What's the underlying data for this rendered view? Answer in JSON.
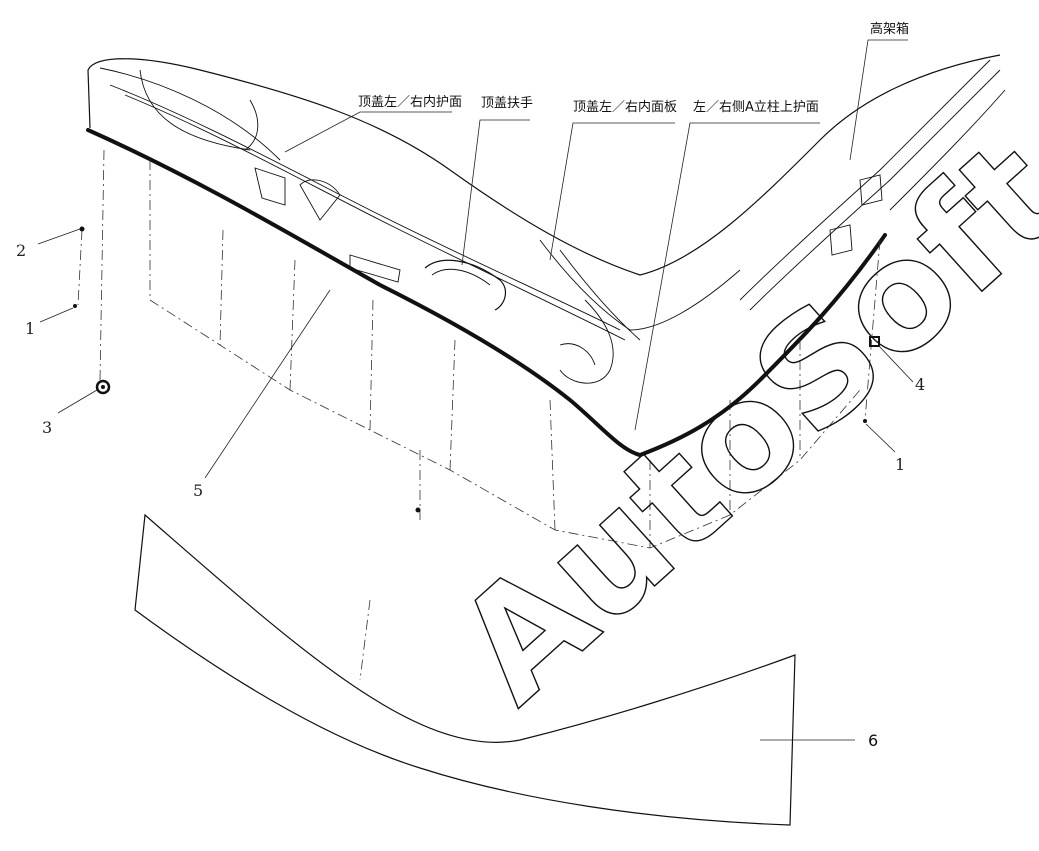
{
  "labels": {
    "roof_side_trim": "顶盖左／右内护面",
    "roof_handle": "顶盖扶手",
    "roof_inner_panel": "顶盖左／右内面板",
    "a_pillar_upper_trim": "左／右侧A立柱上护面",
    "overhead_bin": "高架箱"
  },
  "callouts": {
    "c1a": "1",
    "c1b": "1",
    "c2": "2",
    "c3": "3",
    "c4": "4",
    "c5": "5",
    "c6": "6"
  },
  "watermark": "AutoSoft",
  "icons": [
    "fastener-pin-icon",
    "clip-icon",
    "grommet-icon",
    "square-clip-icon"
  ],
  "colors": {
    "line": "#111111",
    "background": "#ffffff"
  }
}
